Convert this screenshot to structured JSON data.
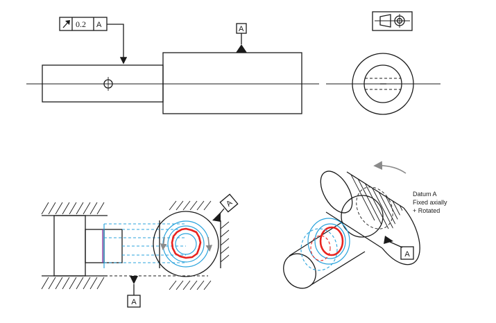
{
  "fcf": {
    "tolerance": "0.2",
    "datum_ref": "A",
    "symbol_icon": "circular-runout-arrow-icon"
  },
  "datum_labels": {
    "top": "A",
    "bottom_left": "A",
    "left_rotated": "A",
    "right": "A"
  },
  "projection_symbol_icon": "first-angle-projection-icon",
  "note": {
    "line1": "Datum A",
    "line2": "Fixed axially",
    "line3": "+ Rotated"
  },
  "colors": {
    "line": "#1a1a1a",
    "blue": "#2aa3dc",
    "red": "#e8231f",
    "rotation_arrow": "#8a8a8a"
  }
}
